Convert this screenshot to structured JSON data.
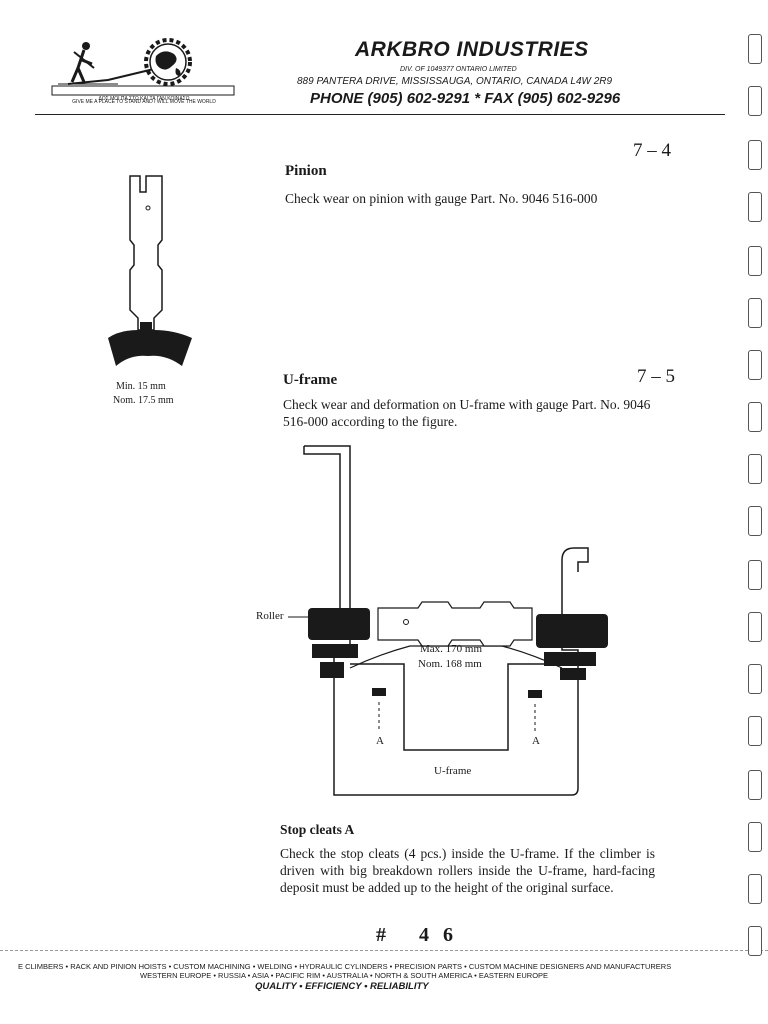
{
  "header": {
    "company": "ARKBRO INDUSTRIES",
    "division": "DIV. OF 1049377 ONTARIO LIMITED",
    "address": "889 PANTERA DRIVE, MISSISSAUGA, ONTARIO, CANADA L4W 2R9",
    "phone": "PHONE (905) 602-9291 * FAX (905) 602-9296",
    "logo_greek": "ΔΟΣ ΜΟΙ ΠΑ ΣΤΩ ΚΑΙ ΤΑ ΓΑΝ ΚΟΙΝΑΣΩ",
    "logo_tagline": "GIVE ME A PLACE TO STAND AND I WILL MOVE THE WORLD"
  },
  "sections": [
    {
      "number": "7 – 4",
      "title": "Pinion",
      "text": "Check wear on pinion with gauge Part. No. 9046 516-000",
      "figure_labels": {
        "min": "Min. 15 mm",
        "nom": "Nom. 17.5 mm"
      }
    },
    {
      "number": "7 – 5",
      "title": "U-frame",
      "text": "Check wear and deformation on U-frame with gauge Part. No. 9046 516-000 according to the figure.",
      "figure_labels": {
        "roller": "Roller",
        "max": "Max. 170 mm",
        "nom": "Nom. 168 mm",
        "a_left": "A",
        "a_right": "A",
        "uframe": "U-frame"
      }
    }
  ],
  "stop_cleats": {
    "title": "Stop cleats A",
    "text": "Check the stop cleats (4 pcs.) inside the U-frame. If the climber is driven with big breakdown rollers inside the U-frame, hard-facing deposit must be added up to the height of the original surface."
  },
  "page_number": "# 46",
  "footer": {
    "line1": "E CLIMBERS • RACK AND PINION HOISTS • CUSTOM MACHINING • WELDING • HYDRAULIC CYLINDERS • PRECISION PARTS • CUSTOM MACHINE DESIGNERS AND MANUFACTURERS",
    "line2": "WESTERN EUROPE • RUSSIA • ASIA • PACIFIC RIM • AUSTRALIA • NORTH & SOUTH AMERICA • EASTERN EUROPE",
    "tagline": "QUALITY • EFFICIENCY • RELIABILITY"
  },
  "colors": {
    "ink": "#1a1a1a",
    "paper": "#ffffff"
  }
}
